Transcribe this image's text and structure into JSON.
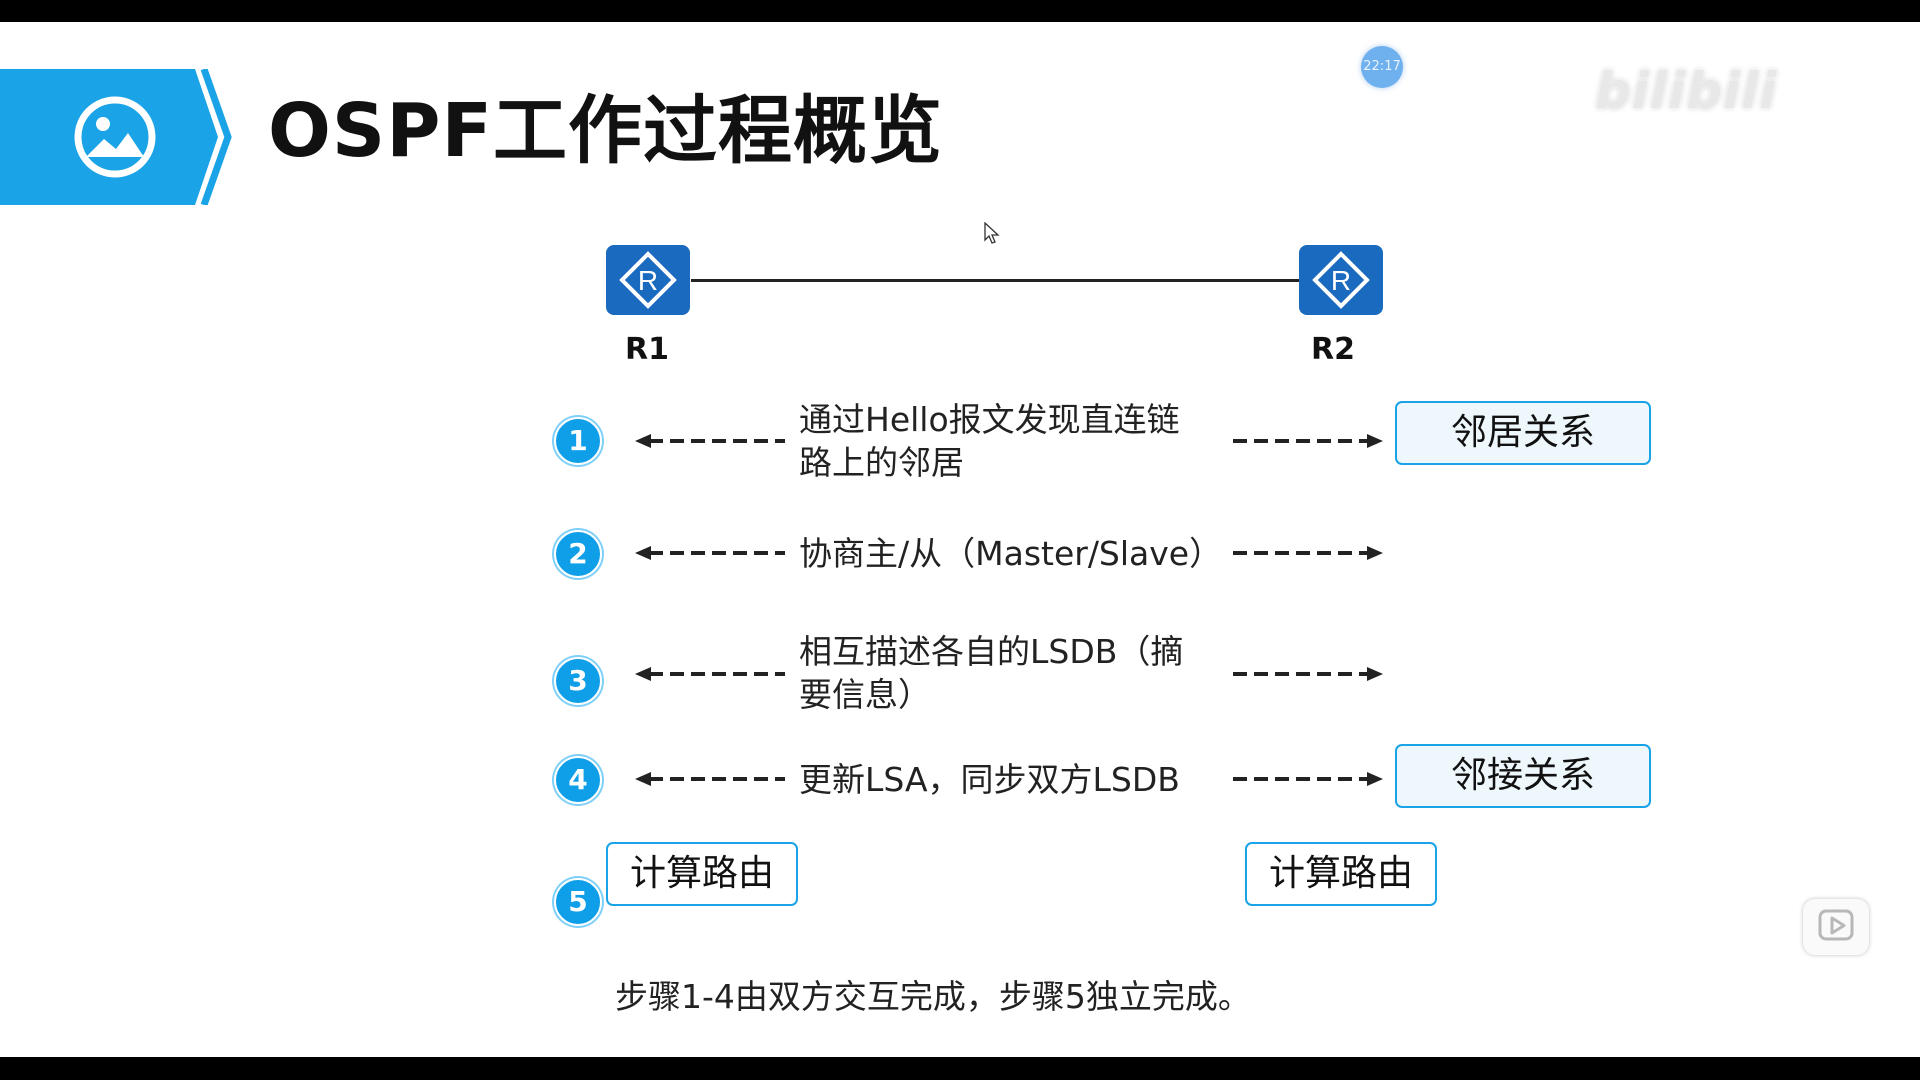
{
  "title": "OSPF工作过程概览",
  "overlay": {
    "clock": "22:17",
    "watermark": "bilibili"
  },
  "routers": [
    {
      "label": "R1",
      "symbol": "R"
    },
    {
      "label": "R2",
      "symbol": "R"
    }
  ],
  "steps": [
    {
      "num": "1",
      "text_line1": "通过Hello报文发现直连链",
      "text_line2": "路上的邻居",
      "relation": "邻居关系"
    },
    {
      "num": "2",
      "text_line1": "协商主/从（Master/Slave）"
    },
    {
      "num": "3",
      "text_line1": "相互描述各自的LSDB（摘",
      "text_line2": "要信息）"
    },
    {
      "num": "4",
      "text_line1": "更新LSA，同步双方LSDB",
      "relation": "邻接关系"
    },
    {
      "num": "5",
      "calc_left": "计算路由",
      "calc_right": "计算路由"
    }
  ],
  "footnote": "步骤1-4由双方交互完成，步骤5独立完成。",
  "colors": {
    "accent": "#0f9ee8",
    "banner": "#1aa3e6",
    "router": "#1a6bbf"
  },
  "icons": {
    "banner": "image-icon",
    "cursor": "cursor-icon",
    "player": "play-icon"
  }
}
